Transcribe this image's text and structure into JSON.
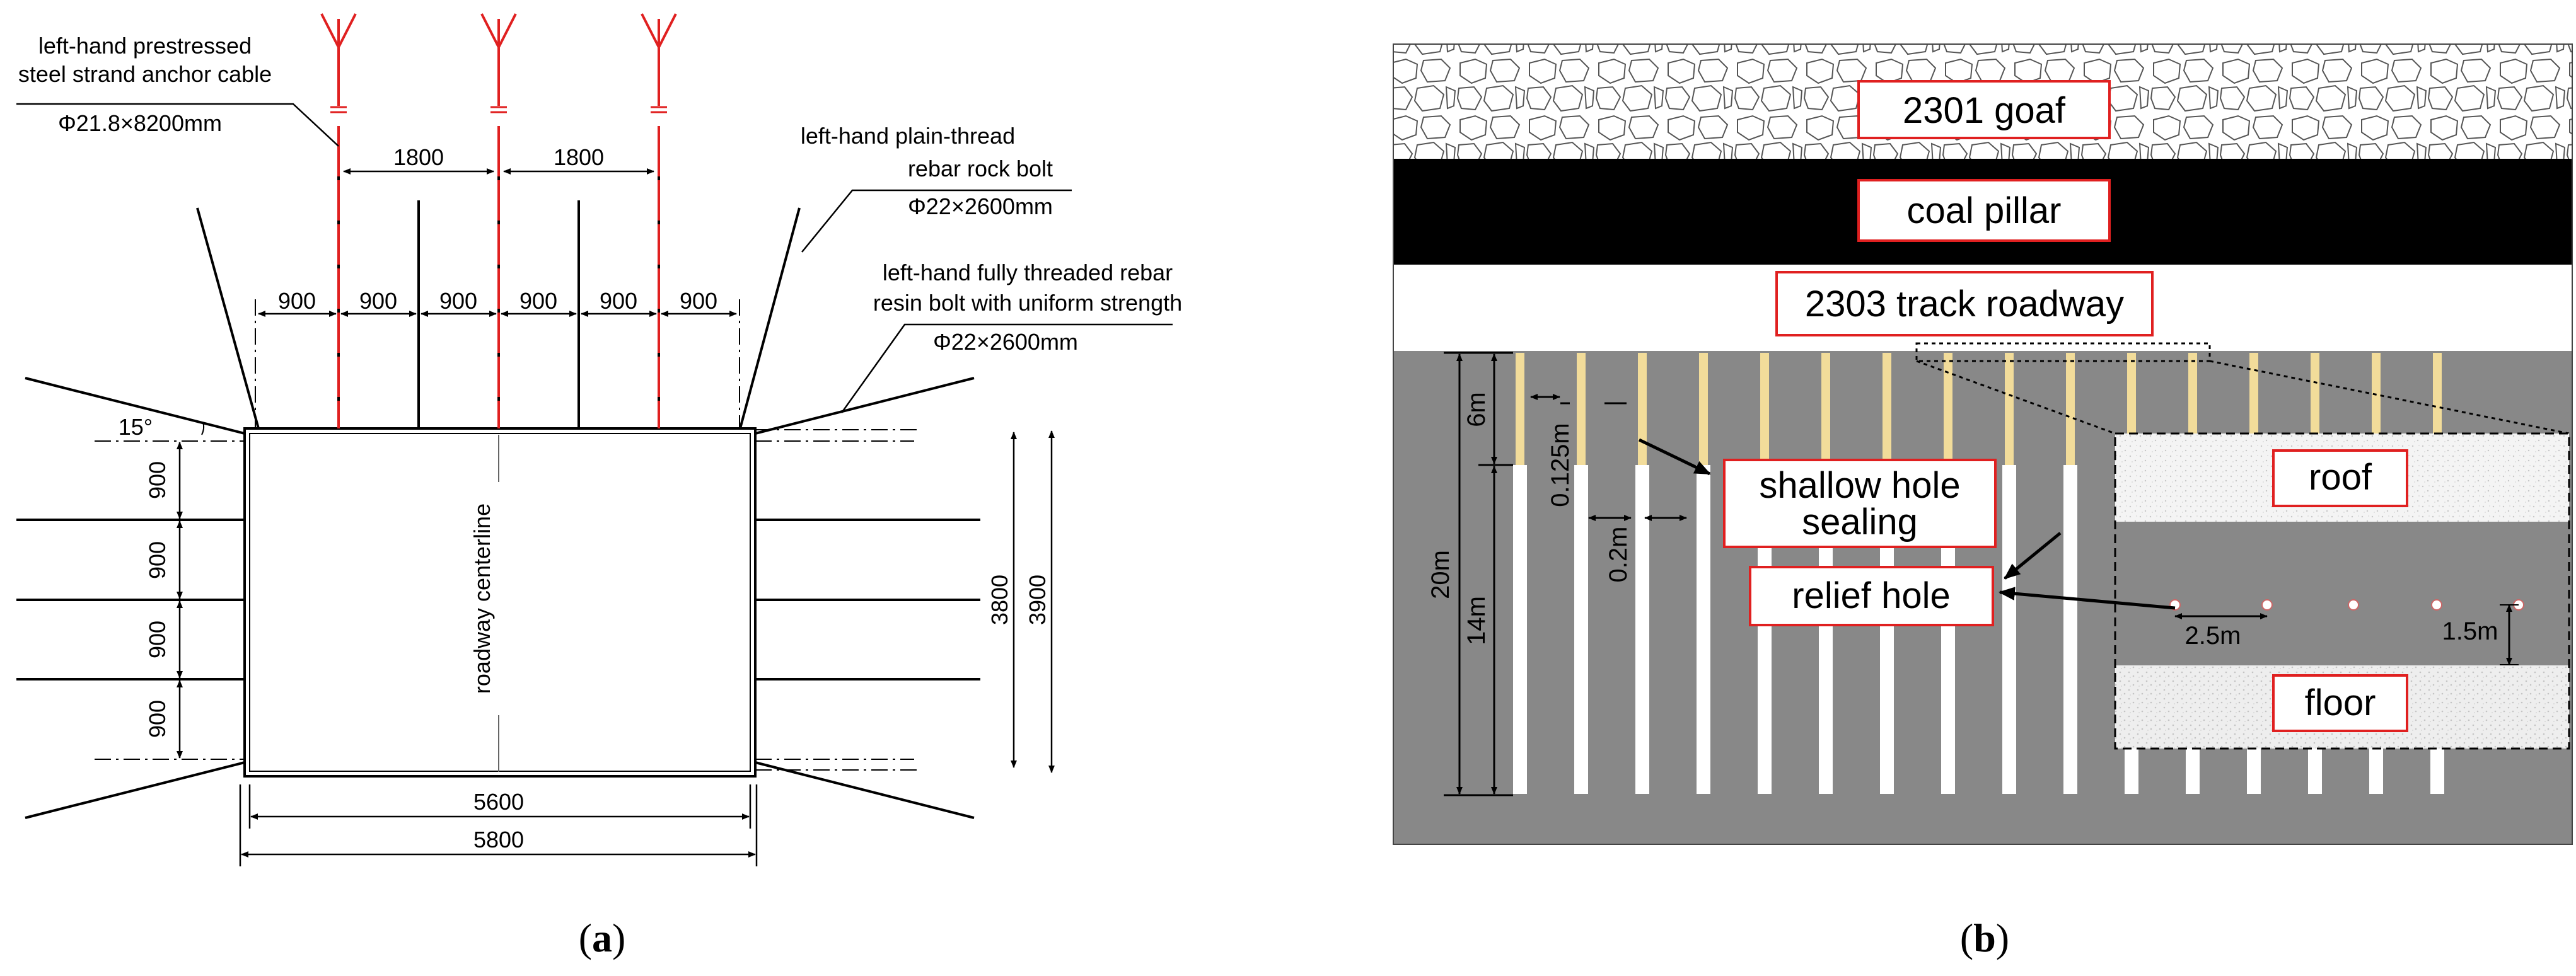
{
  "panel_a": {
    "caption_letter": "a",
    "anchor_cable": {
      "line1": "left-hand prestressed",
      "line2": "steel strand anchor cable",
      "spec": "Φ21.8×8200mm"
    },
    "rock_bolt": {
      "line1": "left-hand plain-thread",
      "line2": "rebar rock bolt",
      "spec": "Φ22×2600mm"
    },
    "resin_bolt": {
      "line1": "left-hand fully threaded rebar",
      "line2": "resin bolt with uniform strength",
      "spec": "Φ22×2600mm"
    },
    "cable_spacing": [
      "1800",
      "1800"
    ],
    "bolt_spacing": [
      "900",
      "900",
      "900",
      "900",
      "900",
      "900"
    ],
    "angle": "15°",
    "side_spacing": [
      "900",
      "900",
      "900",
      "900"
    ],
    "centerline": "roadway centerline",
    "height_inner": "3800",
    "height_outer": "3900",
    "width_inner": "5600",
    "width_outer": "5800"
  },
  "panel_b": {
    "caption_letter": "b",
    "goaf": "2301 goaf",
    "coal_pillar": "coal pillar",
    "roadway": "2303 track roadway",
    "depth_total": "20m",
    "depth_sealing": "6m",
    "depth_relief": "14m",
    "seal_diameter": "0.125m",
    "hole_diameter": "0.2m",
    "shallow_seal_line1": "shallow hole",
    "shallow_seal_line2": "sealing",
    "relief_hole": "relief hole",
    "roof": "roof",
    "floor": "floor",
    "hole_spacing": "2.5m",
    "hole_height": "1.5m"
  }
}
